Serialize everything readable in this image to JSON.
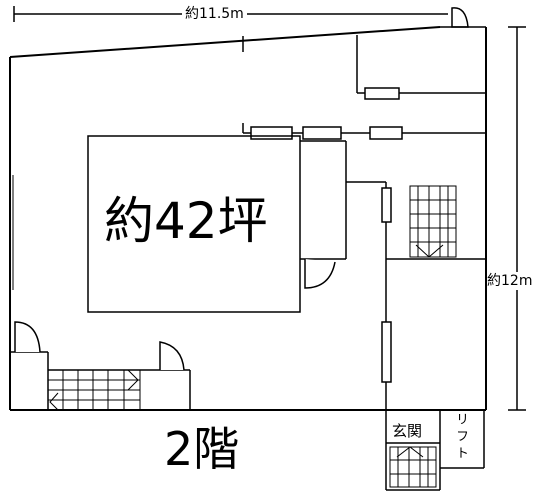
{
  "floor_plan": {
    "width_dimension": "約11.5m",
    "height_dimension": "約12m",
    "area_label": "約42坪",
    "floor_label": "2階",
    "entrance_label": "玄関",
    "lift_label": "リフト",
    "line_color": "#000000",
    "background_color": "#ffffff"
  }
}
